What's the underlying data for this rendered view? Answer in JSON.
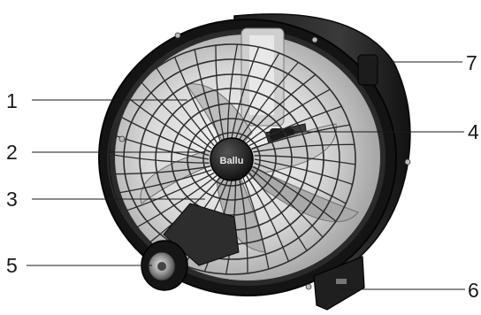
{
  "diagram": {
    "subject": "Ballu drum fan",
    "brand_label": "Ballu",
    "callouts": [
      {
        "id": "1",
        "label": "1"
      },
      {
        "id": "2",
        "label": "2"
      },
      {
        "id": "3",
        "label": "3"
      },
      {
        "id": "4",
        "label": "4"
      },
      {
        "id": "5",
        "label": "5"
      },
      {
        "id": "6",
        "label": "6"
      },
      {
        "id": "7",
        "label": "7"
      }
    ]
  },
  "colors": {
    "body": "#2b2b2b",
    "rim": "#141414",
    "grille": "#3a3a3a",
    "grille_light": "#8a8a8a",
    "background": "#ffffff",
    "text": "#1a1a1a"
  }
}
